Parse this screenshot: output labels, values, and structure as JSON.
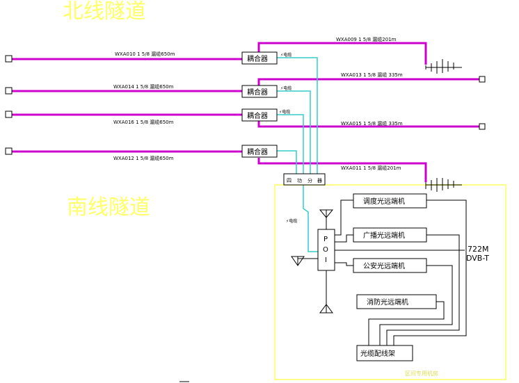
{
  "north_tunnel_label": "北线隧道",
  "south_tunnel_label": "南线隧道",
  "cables": {
    "wxa010": "WXA010 1 5/8 漏缆650m",
    "wxa009": "WXA009 1 5/8 漏缆201m",
    "wxa014": "WXA014 1 5/8 漏缆650m",
    "wxa013": "WXA013 1 5/8 漏缆 335m",
    "wxa016": "WXA016 1 5/8 漏缆650m",
    "wxa015": "WXA015 1 5/8 漏缆 335m",
    "wxa012": "WXA012 1 5/8 漏缆650m",
    "wxa011": "WXA011 1 5/8 漏缆201m"
  },
  "coupler_label": "耦合器",
  "feeder_label": "电缆",
  "splitter_chars": [
    "四",
    "功",
    "分",
    "器"
  ],
  "poi_chars": [
    "P",
    "O",
    "I"
  ],
  "terminals": {
    "dispatch": "调度光远端机",
    "broadcast": "广播光远端机",
    "police": "公安光远端机",
    "fire": "消防光远端机",
    "odf": "光缆配线架"
  },
  "external_signal": "722M\nDVB-T",
  "room_label": "区间专用机房",
  "colors": {
    "leaky_cable": "#cc00cc",
    "feeder": "#33cccc",
    "room_border": "#ffff88",
    "title": "#ffff66"
  }
}
